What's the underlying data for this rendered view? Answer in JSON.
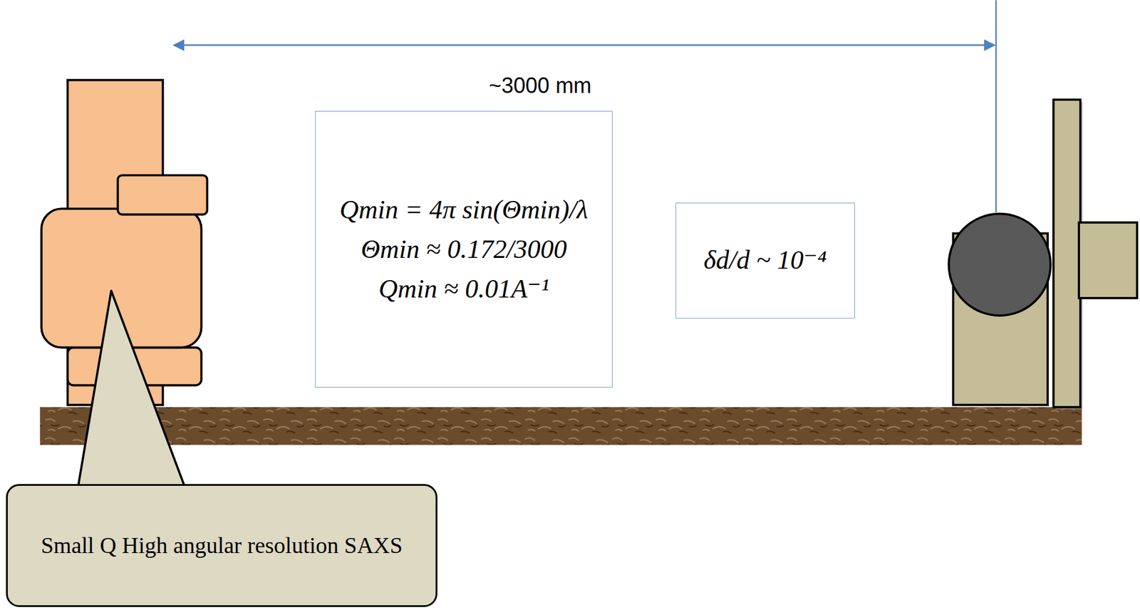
{
  "diagram": {
    "nodes": [
      {
        "text": [
          "Qmin = 4π sin(Θmin)/λ",
          "Θmin ≈ 0.172/3000",
          "Qmin ≈ 0.01A⁻¹"
        ]
      },
      {
        "text": [
          "δd/d ~ 10⁻⁴"
        ]
      },
      {
        "text": [
          "Small Q High angular resolution SAXS"
        ]
      }
    ],
    "labels": [
      "~3000 mm"
    ]
  }
}
